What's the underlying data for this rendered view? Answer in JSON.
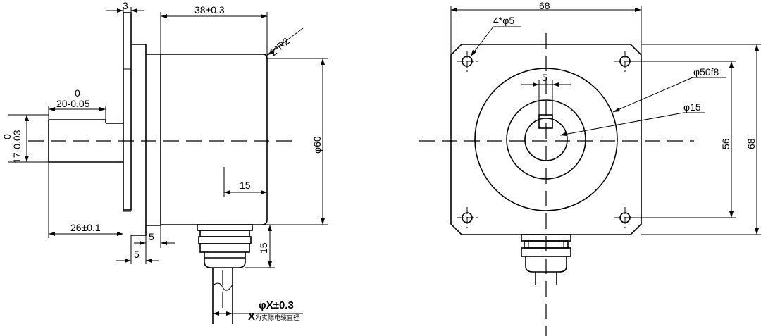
{
  "side_view": {
    "flange_thickness": "3",
    "body_length": "38±0.3",
    "corner_radius": "2*R2",
    "shaft_tol_upper": "0",
    "shaft_length": "20-0.05",
    "shaft_dia_tol_upper": "0",
    "shaft_dia": "17-0.03",
    "body_dia": "φ60",
    "connector_offset": "15",
    "shaft_total": "26±0.1",
    "flange_step_a": "5",
    "flange_step_b": "5",
    "connector_height": "15",
    "cable_dia": "φX±0.3",
    "cable_note_x": "X",
    "cable_note": "为实际电缆直径"
  },
  "front_view": {
    "width": "68",
    "holes": "4*φ5",
    "pilot_dia": "φ50f8",
    "keyway": "5",
    "bore_dia": "φ15",
    "hole_spacing": "56",
    "height": "68"
  }
}
